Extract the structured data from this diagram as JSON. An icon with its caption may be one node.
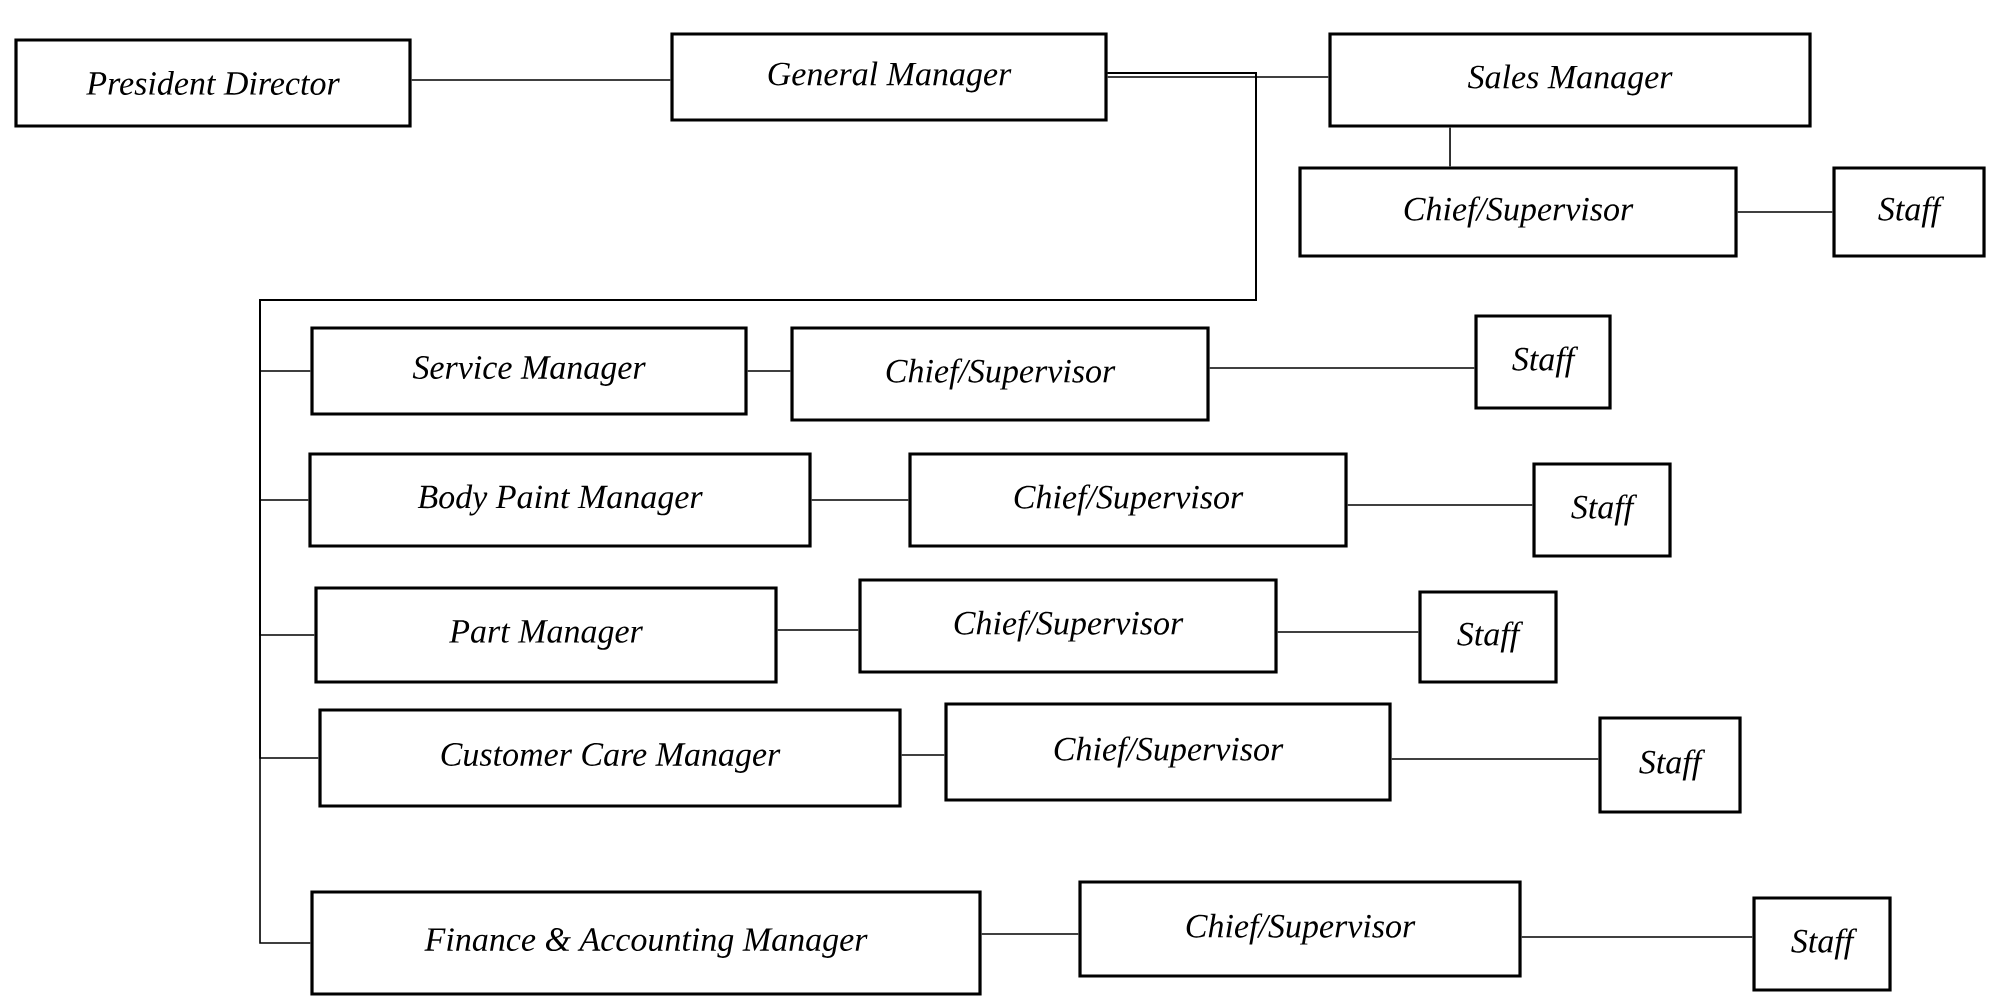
{
  "diagram": {
    "nodes": [
      {
        "text": [
          "President Director"
        ]
      },
      {
        "text": [
          "General Manager"
        ]
      },
      {
        "text": [
          "Sales Manager"
        ]
      },
      {
        "text": [
          "Chief/Supervisor"
        ]
      },
      {
        "text": [
          "Staff"
        ]
      },
      {
        "text": [
          "Service Manager"
        ]
      },
      {
        "text": [
          "Chief/Supervisor"
        ]
      },
      {
        "text": [
          "Staff"
        ]
      },
      {
        "text": [
          "Body Paint Manager"
        ]
      },
      {
        "text": [
          "Chief/Supervisor"
        ]
      },
      {
        "text": [
          "Staff"
        ]
      },
      {
        "text": [
          "Part Manager"
        ]
      },
      {
        "text": [
          "Chief/Supervisor"
        ]
      },
      {
        "text": [
          "Staff"
        ]
      },
      {
        "text": [
          "Customer Care Manager"
        ]
      },
      {
        "text": [
          "Chief/Supervisor"
        ]
      },
      {
        "text": [
          "Staff"
        ]
      },
      {
        "text": [
          "Finance & Accounting Manager"
        ]
      },
      {
        "text": [
          "Chief/Supervisor"
        ]
      },
      {
        "text": [
          "Staff"
        ]
      }
    ],
    "edges": [
      {
        "from": 0,
        "to": 1,
        "arrow": "none"
      },
      {
        "from": 1,
        "to": 2,
        "arrow": "none"
      },
      {
        "from": 2,
        "to": 3,
        "arrow": "none"
      },
      {
        "from": 3,
        "to": 4,
        "arrow": "none"
      },
      {
        "from": 1,
        "to": 5,
        "arrow": "none"
      },
      {
        "from": 1,
        "to": 8,
        "arrow": "none"
      },
      {
        "from": 1,
        "to": 11,
        "arrow": "none"
      },
      {
        "from": 1,
        "to": 14,
        "arrow": "none"
      },
      {
        "from": 1,
        "to": 17,
        "arrow": "none"
      },
      {
        "from": 5,
        "to": 6,
        "arrow": "none"
      },
      {
        "from": 6,
        "to": 7,
        "arrow": "none"
      },
      {
        "from": 8,
        "to": 9,
        "arrow": "none"
      },
      {
        "from": 9,
        "to": 10,
        "arrow": "none"
      },
      {
        "from": 11,
        "to": 12,
        "arrow": "none"
      },
      {
        "from": 12,
        "to": 13,
        "arrow": "none"
      },
      {
        "from": 14,
        "to": 15,
        "arrow": "none"
      },
      {
        "from": 15,
        "to": 16,
        "arrow": "none"
      },
      {
        "from": 17,
        "to": 18,
        "arrow": "none"
      },
      {
        "from": 18,
        "to": 19,
        "arrow": "none"
      }
    ]
  }
}
